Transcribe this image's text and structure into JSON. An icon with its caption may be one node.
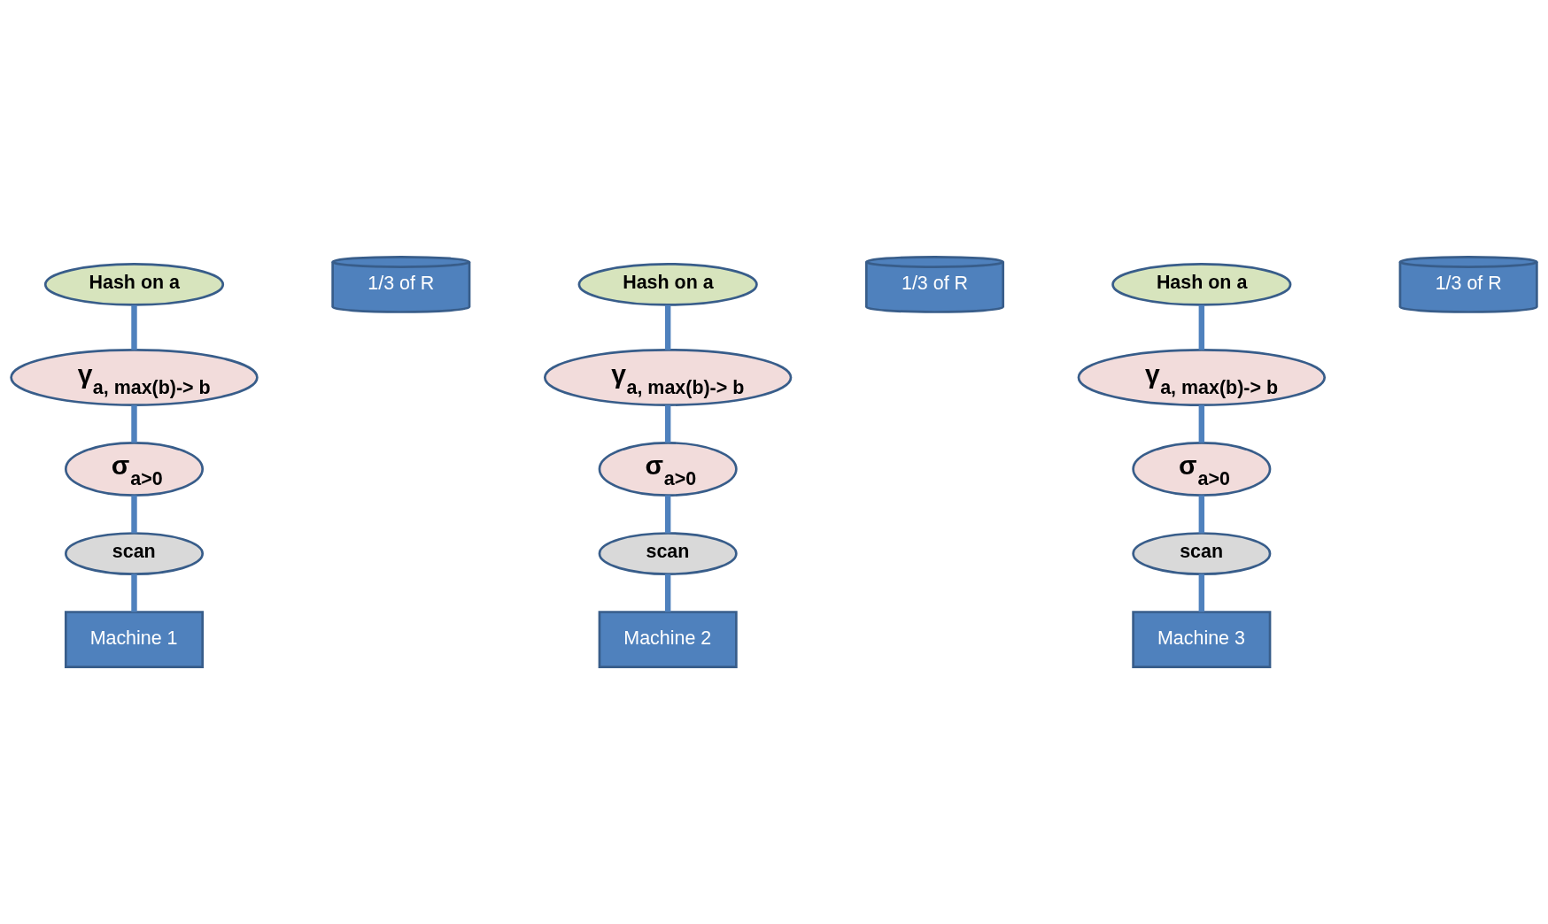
{
  "diagram": {
    "nodes": [
      {
        "text": [
          "Hash on a"
        ]
      },
      {
        "text": [
          "γ$_{a, max(b)-> b}$"
        ]
      },
      {
        "text": [
          "σ$_{a>0}$"
        ]
      },
      {
        "text": [
          "scan"
        ]
      },
      {
        "text": [
          "Machine 1"
        ]
      },
      {
        "text": [
          "1/3 of R"
        ]
      },
      {
        "text": [
          "Hash on a"
        ]
      },
      {
        "text": [
          "γ$_{a, max(b)-> b}$"
        ]
      },
      {
        "text": [
          "σ$_{a>0}$"
        ]
      },
      {
        "text": [
          "scan"
        ]
      },
      {
        "text": [
          "Machine 2"
        ]
      },
      {
        "text": [
          "1/3 of R"
        ]
      },
      {
        "text": [
          "Hash on a"
        ]
      },
      {
        "text": [
          "γ$_{a, max(b)-> b}$"
        ]
      },
      {
        "text": [
          "σ$_{a>0}$"
        ]
      },
      {
        "text": [
          "scan"
        ]
      },
      {
        "text": [
          "Machine 3"
        ]
      },
      {
        "text": [
          "1/3 of R"
        ]
      }
    ],
    "edges": [
      {
        "from": 0,
        "to": 1,
        "arrow": "none"
      },
      {
        "from": 1,
        "to": 2,
        "arrow": "none"
      },
      {
        "from": 2,
        "to": 3,
        "arrow": "none"
      },
      {
        "from": 3,
        "to": 4,
        "arrow": "none"
      },
      {
        "from": 6,
        "to": 7,
        "arrow": "none"
      },
      {
        "from": 7,
        "to": 8,
        "arrow": "none"
      },
      {
        "from": 8,
        "to": 9,
        "arrow": "none"
      },
      {
        "from": 9,
        "to": 10,
        "arrow": "none"
      },
      {
        "from": 12,
        "to": 13,
        "arrow": "none"
      },
      {
        "from": 13,
        "to": 14,
        "arrow": "none"
      },
      {
        "from": 14,
        "to": 15,
        "arrow": "none"
      },
      {
        "from": 15,
        "to": 16,
        "arrow": "none"
      }
    ]
  }
}
